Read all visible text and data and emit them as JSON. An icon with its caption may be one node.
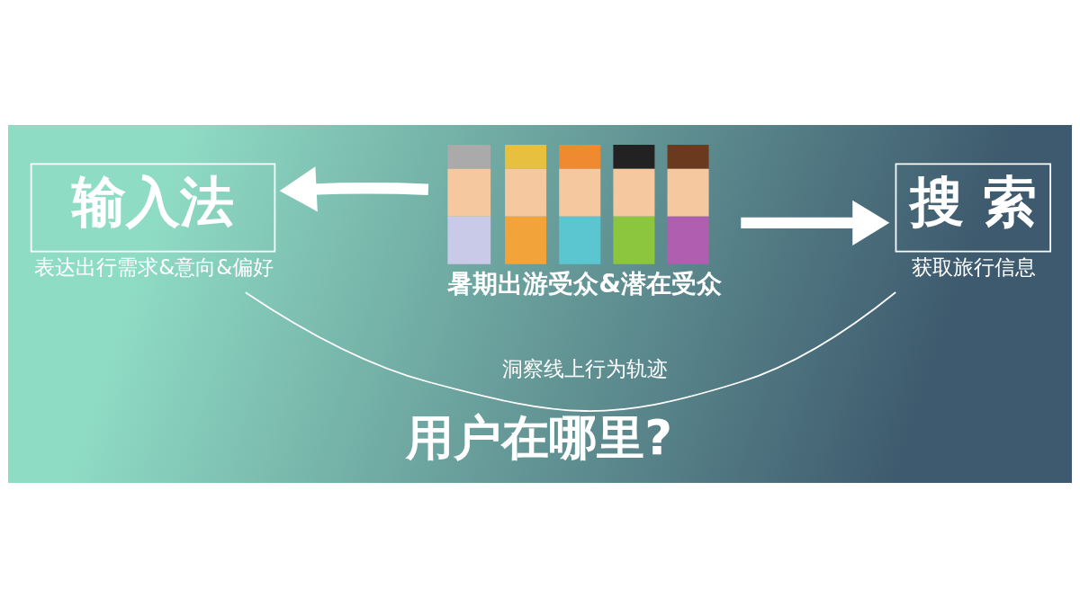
{
  "diagram": {
    "title": "用户在哪里?",
    "nodes": [
      {
        "text": [
          "输入法"
        ],
        "beside": [
          "表达出行需求&意向&偏好"
        ]
      },
      {
        "text": [],
        "shape": "picture",
        "beside": [
          "暑期出游受众&潜在受众"
        ]
      },
      {
        "text": [
          "搜 索"
        ],
        "beside": [
          "获取旅行信息"
        ]
      }
    ],
    "edges": [
      {
        "from": 1,
        "to": 0,
        "arrow": "to"
      },
      {
        "from": 1,
        "to": 2,
        "arrow": "to"
      },
      {
        "from": 0,
        "to": 2,
        "arrow": "none",
        "label": "洞察线上行为轨迹"
      }
    ]
  }
}
